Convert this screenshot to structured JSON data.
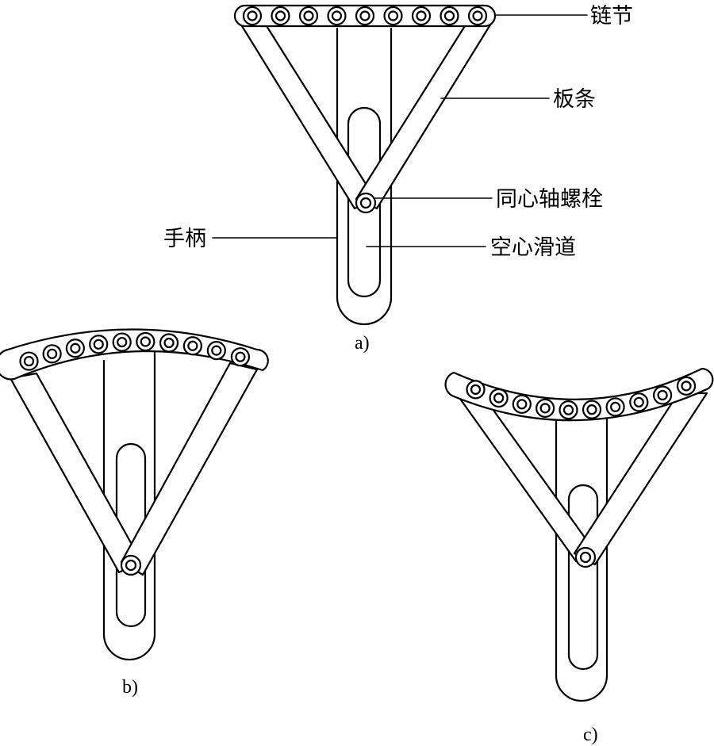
{
  "labels": {
    "chain_link": "链节",
    "plate_strip": "板条",
    "concentric_bolt": "同心轴螺栓",
    "handle": "手柄",
    "hollow_slot": "空心滑道"
  },
  "subfigures": {
    "a": "a)",
    "b": "b)",
    "c": "c)"
  },
  "colors": {
    "stroke": "#000000",
    "background": "#ffffff"
  }
}
